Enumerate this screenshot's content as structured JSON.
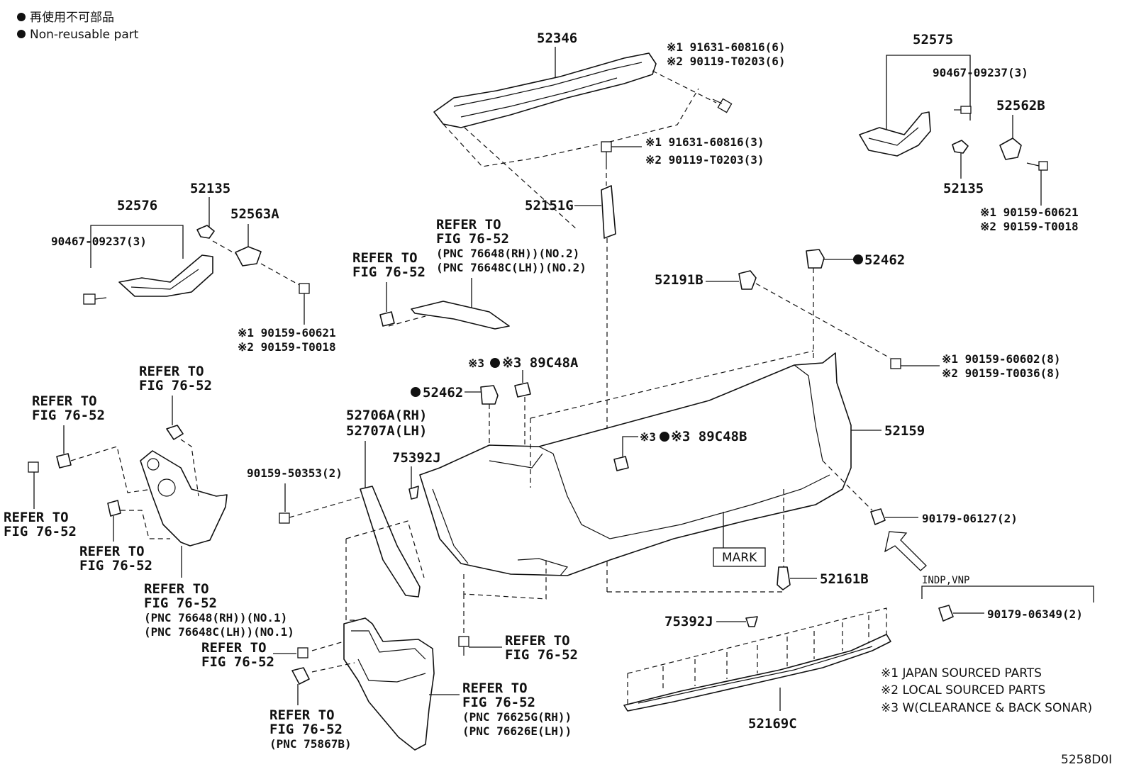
{
  "legend": {
    "bullet_jp": "再使用不可部品",
    "bullet_en": "Non-reusable part"
  },
  "diagram_code": "5258D0I",
  "labels": {
    "p52346": "52346",
    "p52346_a1": "※1 91631-60816(6)",
    "p52346_a2": "※2 90119-T0203(6)",
    "p52575": "52575",
    "p90467_r": "90467-09237(3)",
    "p52562B": "52562B",
    "p52135_r": "52135",
    "pr_a1": "※1 90159-60621",
    "pr_a2": "※2 90159-T0018",
    "p91631_3": "※1 91631-60816(3)",
    "p90119_3": "※2 90119-T0203(3)",
    "p52151G": "52151G",
    "p52576": "52576",
    "p52135_l": "52135",
    "p52563A": "52563A",
    "p90467_l": "90467-09237(3)",
    "pl_a1": "※1 90159-60621",
    "pl_a2": "※2 90159-T0018",
    "refer_fig": "REFER TO",
    "fig_76_52": "FIG 76-52",
    "pnc_76648_no2": "(PNC 76648(RH))(NO.2)",
    "pnc_76648c_no2": "(PNC 76648C(LH))(NO.2)",
    "p52462_top": "52462",
    "p52191B": "52191B",
    "p90159_602": "※1 90159-60602(8)",
    "p90159_036": "※2 90159-T0036(8)",
    "p89C48A": "※3 89C48A",
    "p52462_mid": "52462",
    "p52706A": "52706A(RH)",
    "p52707A": "52707A(LH)",
    "p75392J_a": "75392J",
    "p90159_50353": "90159-50353(2)",
    "p89C48B": "※3 89C48B",
    "p52159": "52159",
    "p90179_06127": "90179-06127(2)",
    "mark": "MARK",
    "p52161B": "52161B",
    "indp": "INDP,VNP",
    "p90179_06349": "90179-06349(2)",
    "p75392J_b": "75392J",
    "p52169C": "52169C",
    "pnc_76648_no1": "(PNC 76648(RH))(NO.1)",
    "pnc_76648c_no1": "(PNC 76648C(LH))(NO.1)",
    "pnc_76625G": "(PNC 76625G(RH))",
    "pnc_76626E": "(PNC 76626E(LH))",
    "pnc_75867B": "(PNC 75867B)",
    "note1": "※1 JAPAN SOURCED PARTS",
    "note2": "※2 LOCAL SOURCED PARTS",
    "note3": "※3 W(CLEARANCE & BACK SONAR)"
  }
}
